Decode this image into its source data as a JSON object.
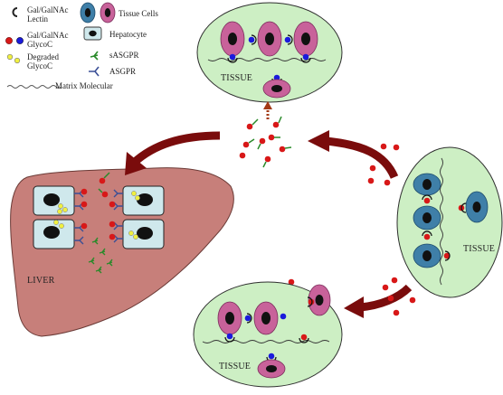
{
  "legend": {
    "lectin": "Gal/GalNAc Lectin",
    "glycoc": "Gal/GalNAc GlycoC",
    "degraded": "Degraded GlycoC",
    "matrix": "Matrix Molecular",
    "tissue_cells": "Tissue Cells",
    "hepatocyte": "Hepatocyte",
    "sasgpr": "sASGPR",
    "asgpr": "ASGPR"
  },
  "labels": {
    "tissue_top": "TISSUE",
    "tissue_right": "TISSUE",
    "tissue_bottom": "TISSUE",
    "liver": "LIVER"
  },
  "colors": {
    "liver": "#c77f7a",
    "tissue_bg": "#cdefc4",
    "hepatocyte": "#cfe8ec",
    "cell_pink": "#c8629a",
    "cell_blue": "#3f7fa8",
    "glyco_red": "#d81818",
    "glyco_blue": "#1a1adc",
    "degraded_yellow": "#f0f040",
    "arrow": "#7a0c0c",
    "receptor_green": "#2a8a2a",
    "receptor_blue": "#3a4f96"
  }
}
